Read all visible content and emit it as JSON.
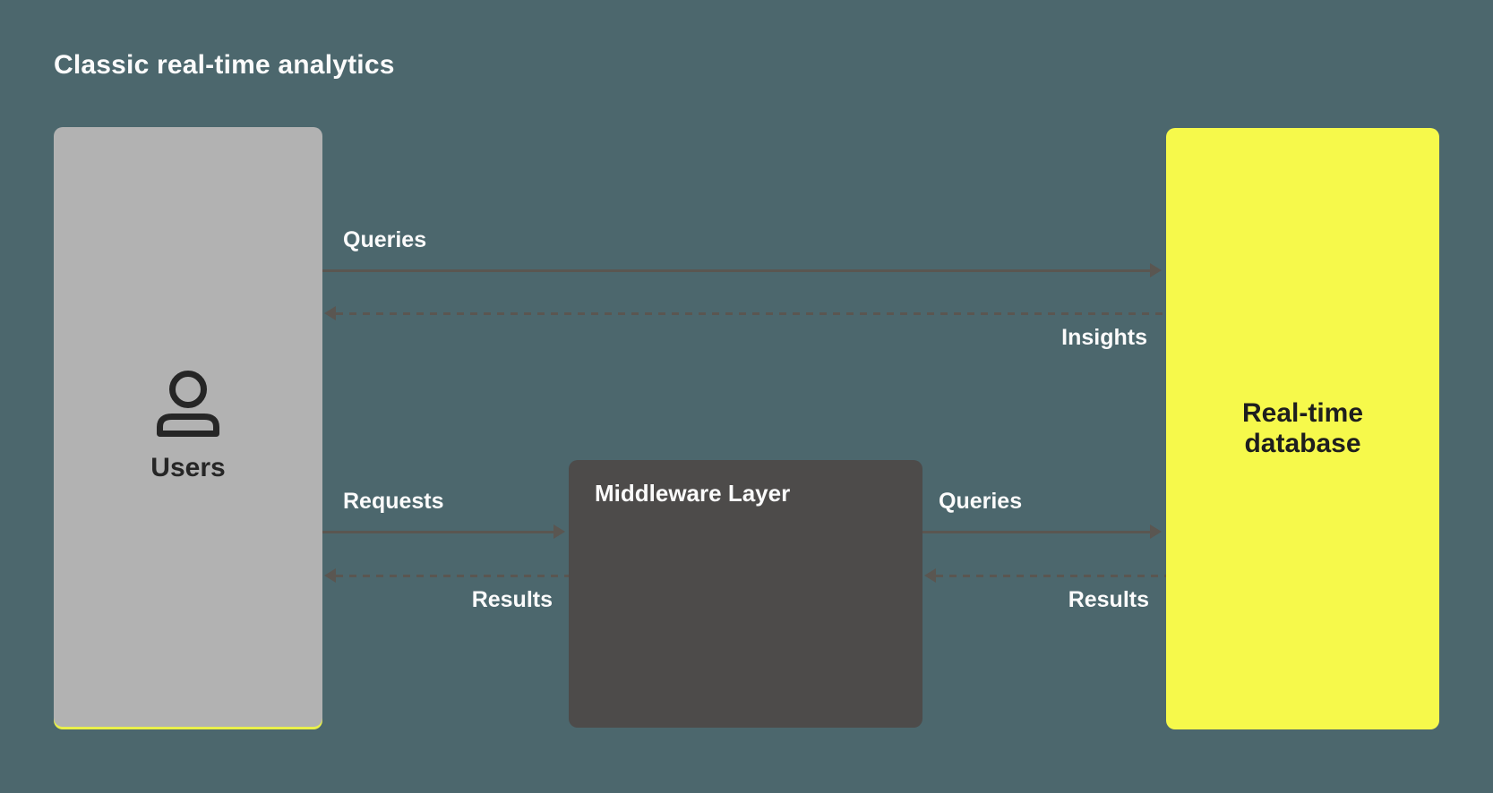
{
  "title": "Classic real-time analytics",
  "colors": {
    "background": "#4c676d",
    "users_box": "#b2b2b2",
    "middleware_box": "#4d4b4a",
    "database_box": "#f6f94b",
    "arrow": "#5a5651",
    "label_text": "#fbfbfb",
    "node_dark_text": "#262626",
    "users_underline": "#e9f04a"
  },
  "nodes": {
    "users": {
      "label": "Users",
      "icon": "person-icon"
    },
    "middleware": {
      "label": "Middleware Layer"
    },
    "database": {
      "label": "Real-time database"
    }
  },
  "flows": [
    {
      "id": "queries-top",
      "label": "Queries",
      "from": "users",
      "to": "database",
      "style": "solid",
      "direction": "right"
    },
    {
      "id": "insights",
      "label": "Insights",
      "from": "database",
      "to": "users",
      "style": "dashed",
      "direction": "left"
    },
    {
      "id": "requests",
      "label": "Requests",
      "from": "users",
      "to": "middleware",
      "style": "solid",
      "direction": "right"
    },
    {
      "id": "results-left",
      "label": "Results",
      "from": "middleware",
      "to": "users",
      "style": "dashed",
      "direction": "left"
    },
    {
      "id": "queries-right",
      "label": "Queries",
      "from": "middleware",
      "to": "database",
      "style": "solid",
      "direction": "right"
    },
    {
      "id": "results-right",
      "label": "Results",
      "from": "database",
      "to": "middleware",
      "style": "dashed",
      "direction": "left"
    }
  ]
}
